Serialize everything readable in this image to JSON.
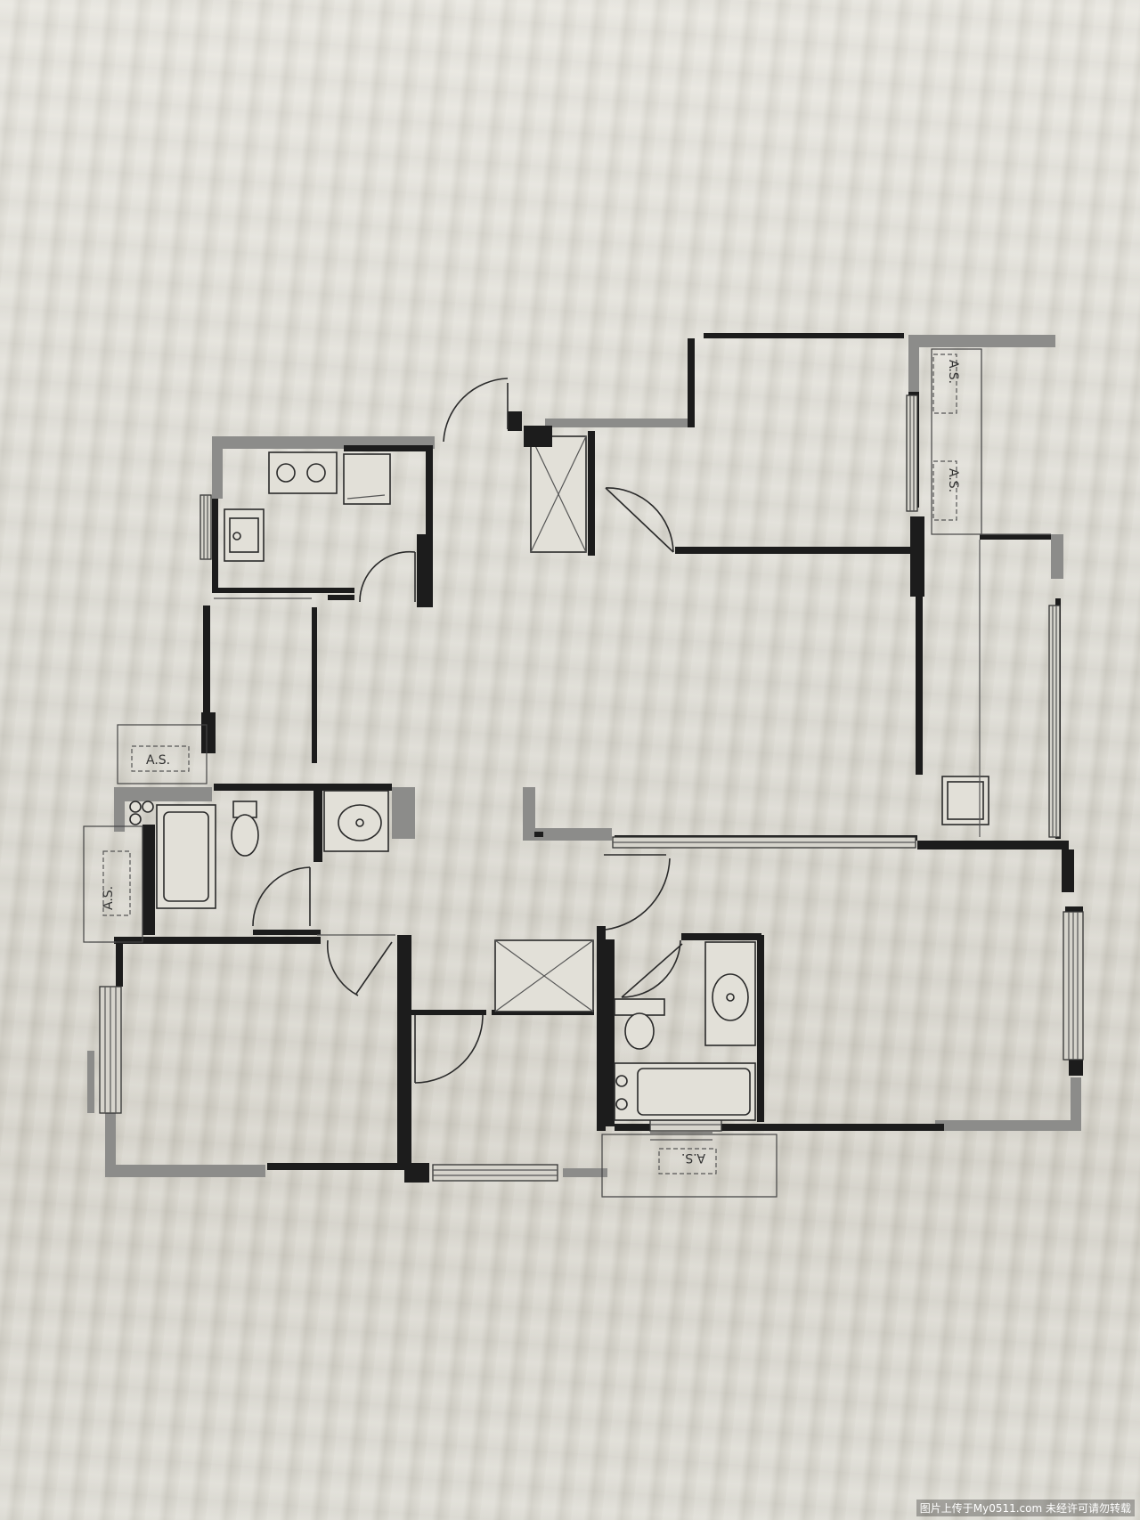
{
  "plan": {
    "ac_labels": [
      "A.S.",
      "A.S.",
      "A.S.",
      "A.S.",
      "A.S."
    ]
  },
  "watermark": "图片上传于My0511.com 未经许可请勿转载"
}
